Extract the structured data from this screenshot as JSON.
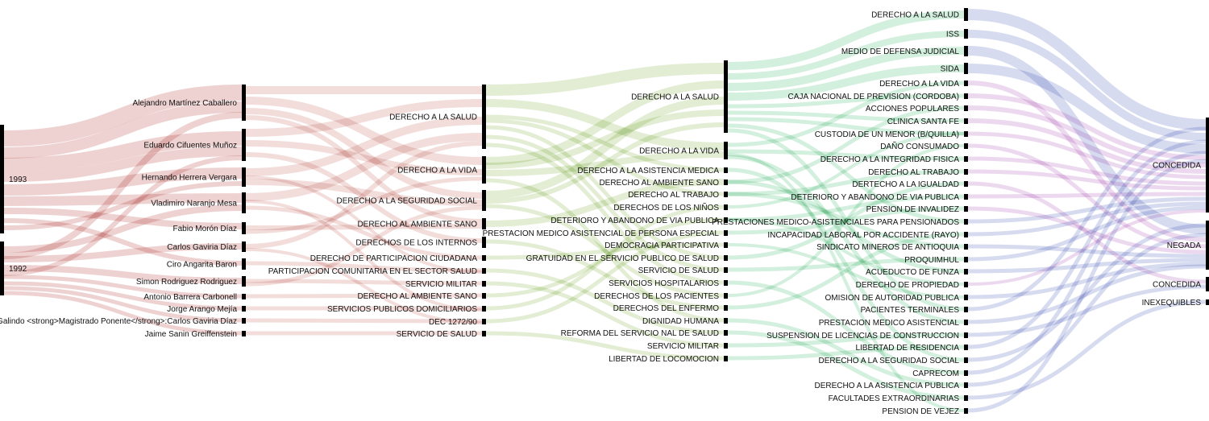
{
  "colors": {
    "years": "#cc7b78",
    "judges": "#d89a96",
    "rights": "#a9c97e",
    "topics": "#7fcf9f",
    "cases": "#7fb8c9",
    "decisions": "#8b95d2",
    "pink": "#c98fd1"
  },
  "columns": [
    {
      "key": "years",
      "nodes": [
        "1993",
        "1992"
      ]
    },
    {
      "key": "judges",
      "nodes": [
        "Alejandro Martínez Caballero",
        "Eduardo Cifuentes Muñoz",
        "Hernando Herrera Vergara",
        "Vladimiro Naranjo Mesa",
        "Fabio Morón Díaz",
        "Carlos Gaviria Díaz",
        "Ciro Angarita Baron",
        "Simon Rodriguez Rodriguez",
        "Antonio Barrera Carbonell",
        "Jorge Arango Mejía",
        "José Gregorio Hernández Galindo <strong>Magistrado Ponente</strong>:Carlos Gaviria Díaz",
        "Jaime Sanin Greiffenstein"
      ]
    },
    {
      "key": "rights",
      "nodes": [
        "DERECHO A LA SALUD",
        "DERECHO A LA VIDA",
        "DERECHO A LA SEGURIDAD SOCIAL",
        "DERECHO AL AMBIENTE SANO",
        "DERECHOS DE LOS INTERNOS",
        "DERECHO DE PARTICIPACION CIUDADANA",
        "PARTICIPACION COMUNITARIA EN EL SECTOR SALUD",
        "SERVICIO MILITAR",
        "DERECHO AL AMBIENTE SANO",
        "SERVICIOS PUBLICOS DOMICILIARIOS",
        "DEC 1272/90",
        "SERVICIO DE SALUD"
      ]
    },
    {
      "key": "topics",
      "nodes": [
        "DERECHO A LA SALUD",
        "DERECHO A LA VIDA",
        "DERECHO A LA ASISTENCIA MEDICA",
        "DERECHO AL AMBIENTE SANO",
        "DERECHO AL TRABAJO",
        "DERECHOS DE LOS NIÑOS",
        "DETERIORO Y ABANDONO DE VIA PUBLICA",
        "PRESTACION MEDICO ASISTENCIAL DE PERSONA ESPECIAL",
        "DEMOCRACIA PARTICIPATIVA",
        "GRATUIDAD EN EL SERVICIO PUBLICO DE SALUD",
        "SERVICIO DE SALUD",
        "SERVICIOS HOSPITALARIOS",
        "DERECHOS DE LOS PACIENTES",
        "DERECHOS DEL ENFERMO",
        "DIGNIDAD HUMANA",
        "REFORMA DEL SERVICIO NAL DE SALUD",
        "SERVICIO MILITAR",
        "LIBERTAD DE LOCOMOCION"
      ]
    },
    {
      "key": "cases",
      "nodes": [
        "DERECHO A LA SALUD",
        "ISS",
        "MEDIO DE DEFENSA JUDICIAL",
        "SIDA",
        "DERECHO A LA VIDA",
        "CAJA NACIONAL DE PREVISION (CORDOBA)",
        "ACCIONES POPULARES",
        "CLINICA SANTA FE",
        "CUSTODIA DE UN MENOR (B/QUILLA)",
        "DAÑO CONSUMADO",
        "DERECHO A LA INTEGRIDAD FISICA",
        "DERECHO AL TRABAJO",
        "DERTECHO A LA IGUALDAD",
        "DETERIORO Y ABANDONO DE VIA PUBLICA",
        "PENSION DE INVALIDEZ",
        "PRESTACIONES MEDICO-ASISTENCIALES PARA PENSIONADOS",
        "INCAPACIDAD LABORAL POR ACCIDENTE (RAYO)",
        "SINDICATO MINEROS DE ANTIOQUIA",
        "PROQUIMHUL",
        "ACUEDUCTO DE FUNZA",
        "DERECHO DE PROPIEDAD",
        "OMISION DE AUTORIDAD PUBLICA",
        "PACIENTES TERMINALES",
        "PRESTACION MEDICO ASISTENCIAL",
        "SUSPENSION DE LICENCIAS DE CONSTRUCCION",
        "LIBERTAD DE RESIDENCIA",
        "DERECHO A LA SEGURIDAD SOCIAL",
        "CAPRECOM",
        "DERECHO A LA ASISTENCIA PUBLICA",
        "FACULTADES EXTRAORDINARIAS",
        "PENSION DE VEJEZ"
      ]
    },
    {
      "key": "decisions",
      "nodes": [
        "CONCEDIDA",
        "NEGADA",
        "CONCEDIDA",
        "INEXEQUIBLES"
      ]
    }
  ]
}
